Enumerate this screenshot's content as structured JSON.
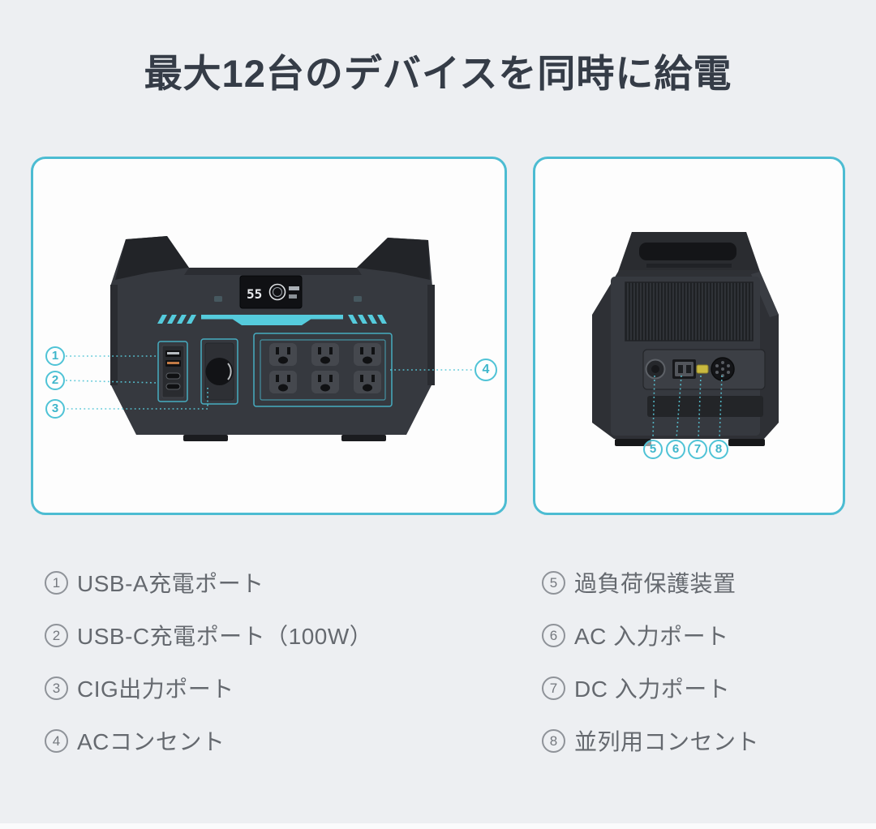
{
  "title": "最大12台のデバイスを同時に給電",
  "front_panel": {
    "display_value": "55",
    "callouts": [
      "1",
      "2",
      "3",
      "4"
    ]
  },
  "back_panel": {
    "callouts": [
      "5",
      "6",
      "7",
      "8"
    ]
  },
  "legend": {
    "left": [
      {
        "num": "1",
        "label": "USB-A充電ポート"
      },
      {
        "num": "2",
        "label": "USB-C充電ポート（100W）"
      },
      {
        "num": "3",
        "label": "CIG出力ポート"
      },
      {
        "num": "4",
        "label": "ACコンセント"
      }
    ],
    "right": [
      {
        "num": "5",
        "label": "過負荷保護装置"
      },
      {
        "num": "6",
        "label": "AC 入力ポート"
      },
      {
        "num": "7",
        "label": "DC 入力ポート"
      },
      {
        "num": "8",
        "label": "並列用コンセント"
      }
    ]
  },
  "colors": {
    "accent_cyan": "#4cbcd2",
    "light_bar_cyan": "#55cbdc",
    "title_text": "#353c47",
    "legend_text": "#65696f",
    "device_body": "#36393f",
    "dc_port_yellow": "#c9b93f"
  }
}
